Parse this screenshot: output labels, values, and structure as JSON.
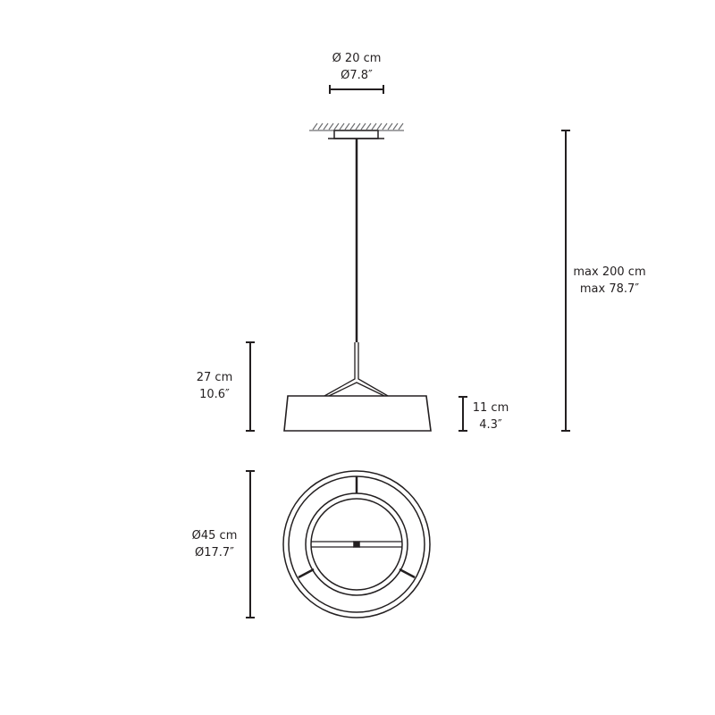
{
  "diagram": {
    "type": "technical-dimension-drawing",
    "subject": "pendant lamp",
    "colors": {
      "line": "#231f20",
      "ceiling_hatch": "#6d6e71",
      "background": "#ffffff"
    }
  },
  "dimensions": {
    "canopy_diameter": {
      "metric": "Ø 20 cm",
      "imperial": "Ø7.8″"
    },
    "max_length": {
      "metric": "max 200 cm",
      "imperial": "max 78.7″"
    },
    "lamp_height": {
      "metric": "27 cm",
      "imperial": "10.6″"
    },
    "shade_height": {
      "metric": "11 cm",
      "imperial": "4.3″"
    },
    "shade_diameter": {
      "metric": "Ø45 cm",
      "imperial": "Ø17.7″"
    }
  }
}
